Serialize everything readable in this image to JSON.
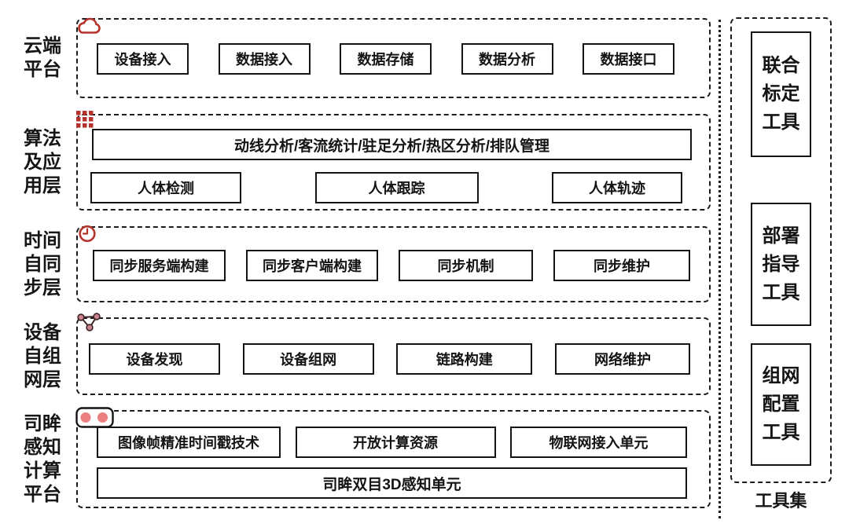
{
  "layers": [
    {
      "label": "云端\n平台",
      "icon": "cloud-icon",
      "boxes": [
        "设备接入",
        "数据接入",
        "数据存储",
        "数据分析",
        "数据接口"
      ]
    },
    {
      "label": "算法\n及应\n用层",
      "icon": "grid-icon",
      "wide_box": "动线分析/客流统计/驻足分析/热区分析/排队管理",
      "boxes": [
        "人体检测",
        "人体跟踪",
        "人体轨迹"
      ]
    },
    {
      "label": "时间\n自同\n步层",
      "icon": "clock-icon",
      "boxes": [
        "同步服务端构建",
        "同步客户端构建",
        "同步机制",
        "同步维护"
      ]
    },
    {
      "label": "设备\n自组\n网层",
      "icon": "network-icon",
      "boxes": [
        "设备发现",
        "设备组网",
        "链路构建",
        "网络维护"
      ]
    },
    {
      "label": "司眸\n感知\n计算\n平台",
      "icon": "stereo-camera-icon",
      "boxes": [
        "图像帧精准时间戳技术",
        "开放计算资源",
        "物联网接入单元"
      ],
      "wide_box": "司眸双目3D感知单元"
    }
  ],
  "toolset": {
    "label": "工具集",
    "tools": [
      "联合\n标定\n工具",
      "部署\n指导\n工具",
      "组网\n配置\n工具"
    ]
  },
  "colors": {
    "accent_red": "#b5332a",
    "node_pink": "#c9848e",
    "lens_pink": "#ec7f7f",
    "line_black": "#1c1c1c"
  }
}
